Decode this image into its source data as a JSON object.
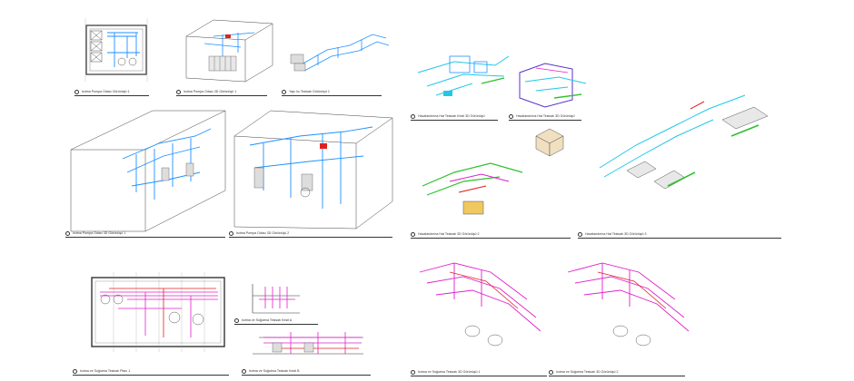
{
  "sheet": {
    "captions": {
      "v1": "Isıtma Pompa Odası Görünüşü 1",
      "v2": "Isıtma Pompa Odası 3D Görünüşü 1",
      "v3": "Yapı Isı Tesisatı Görünüşü 1",
      "v4": "Havalandırma Hat Tesisatı Kesit 3D Görünüşü",
      "v5": "Havalandırma Hat Tesisatı 3D Görünüşü",
      "v6": "Isıtma Pompa Odası 3D Görünüşü 1",
      "v7": "Isıtma Pompa Odası 3D Görünüşü 2",
      "v8": "Havalandırma Hat Tesisatı 3D Görünüşü 2",
      "v9": "Havalandırma Hat Tesisatı 3D Görünüşü 3",
      "v10": "Isıtma ve Soğutma Tesisatı Planı 1",
      "v11": "Isıtma ve Soğutma Tesisatı Kesit A",
      "v12": "Isıtma ve Soğutma Tesisatı Kesit B",
      "v13": "Isıtma ve Soğutma Tesisatı 3D Görünüşü 1",
      "v14": "Isıtma ve Soğutma Tesisatı 3D Görünüşü 2"
    },
    "colors": {
      "ink": "#333333",
      "pipe_blue": "#1e90ff",
      "pipe_cyan": "#20c8e8",
      "pipe_magenta": "#e020c8",
      "pipe_red": "#e02020",
      "pipe_green": "#30c030",
      "pipe_purple": "#5a30c8"
    }
  }
}
